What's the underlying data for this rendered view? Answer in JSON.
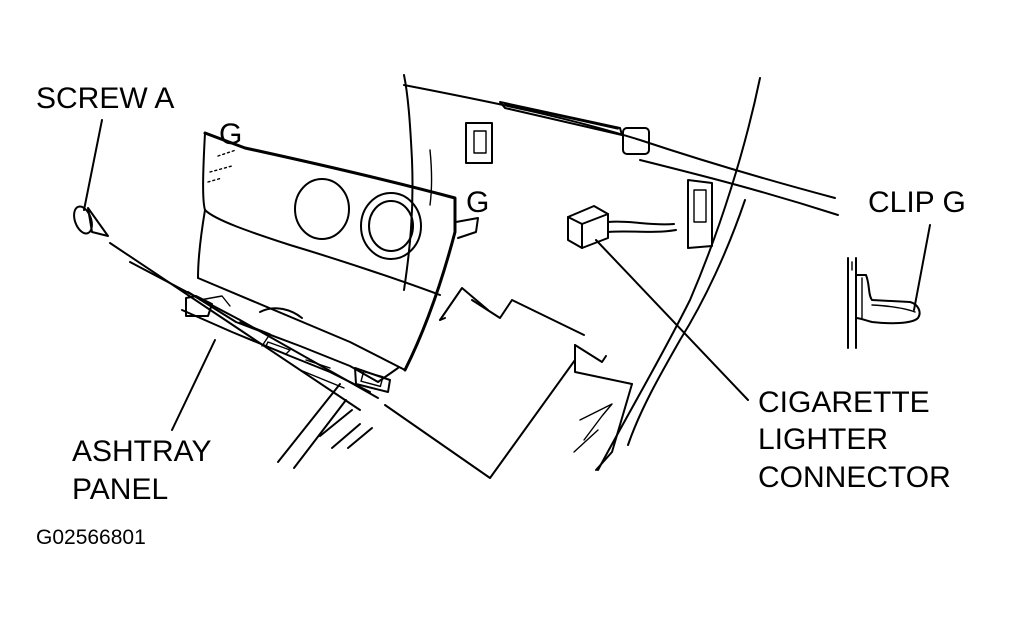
{
  "labels": {
    "screw_a": "SCREW A",
    "g_top": "G",
    "g_right": "G",
    "clip_g": "CLIP G",
    "ashtray_line1": "ASHTRAY",
    "ashtray_line2": "PANEL",
    "cig_line1": "CIGARETTE",
    "cig_line2": "LIGHTER",
    "cig_line3": "CONNECTOR"
  },
  "figure_code": "G02566801"
}
